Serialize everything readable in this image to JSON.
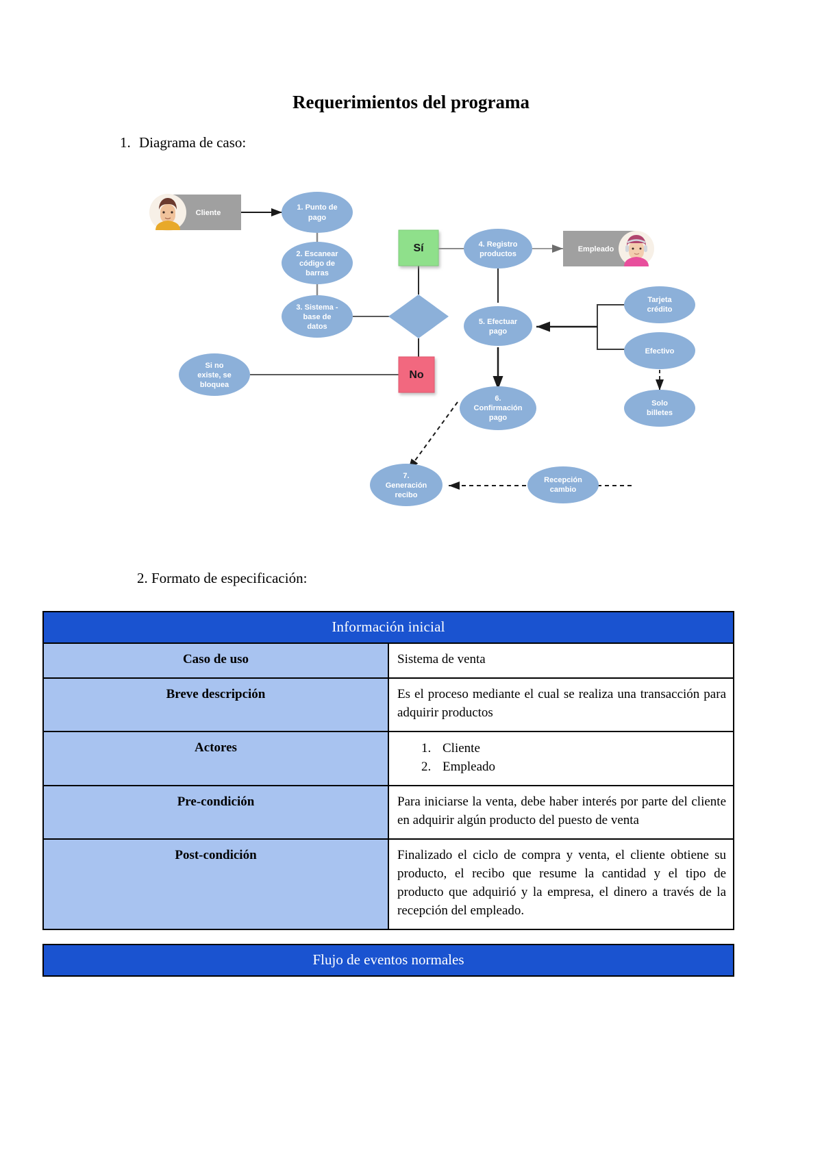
{
  "document": {
    "title": "Requerimientos del programa",
    "section_1": {
      "number": "1.",
      "label": "Diagrama de caso:"
    },
    "section_2": {
      "label": "2. Formato de especificación:"
    }
  },
  "diagram": {
    "nodes": {
      "cliente": "Cliente",
      "empleado": "Empleado",
      "punto_pago": "1. Punto de pago",
      "escanear": "2. Escanear código de barras",
      "sistema_bd": "3. Sistema - base de datos",
      "registro_productos": "4. Registro productos",
      "efectuar_pago": "5. Efectuar pago",
      "confirmacion_pago": "6. Confirmación pago",
      "generacion_recibo": "7. Generación recibo",
      "si_no_existe": "Si no existe, se bloquea",
      "tarjeta_credito": "Tarjeta crédito",
      "efectivo": "Efectivo",
      "solo_billetes": "Solo billetes",
      "recepcion_cambio": "Recepción cambio",
      "decision_yes": "Sí",
      "decision_no": "No"
    },
    "node_lines": {
      "punto_pago": [
        "1. Punto de",
        "pago"
      ],
      "escanear": [
        "2. Escanear",
        "código de",
        "barras"
      ],
      "sistema_bd": [
        "3. Sistema -",
        "base de",
        "datos"
      ],
      "registro_productos": [
        "4. Registro",
        "productos"
      ],
      "efectuar_pago": [
        "5. Efectuar",
        "pago"
      ],
      "confirmacion_pago": [
        "6.",
        "Confirmación",
        "pago"
      ],
      "generacion_recibo": [
        "7.",
        "Generación",
        "recibo"
      ],
      "si_no_existe": [
        "Si no",
        "existe, se",
        "bloquea"
      ],
      "tarjeta_credito": [
        "Tarjeta",
        "crédito"
      ],
      "efectivo": [
        "Efectivo"
      ],
      "solo_billetes": [
        "Solo",
        "billetes"
      ],
      "recepcion_cambio": [
        "Recepción",
        "cambio"
      ]
    },
    "colors": {
      "ellipse": "#8cb0d9",
      "actor_box": "#a0a0a0",
      "yes_box": "#8fe08b",
      "no_box": "#f2687f",
      "connector": "#595959"
    }
  },
  "spec_table": {
    "header": "Información inicial",
    "rows": [
      {
        "label": "Caso de uso",
        "value": "Sistema de venta",
        "type": "text"
      },
      {
        "label": "Breve descripción",
        "value": "Es el proceso mediante el cual se realiza una transacción para adquirir productos",
        "type": "text"
      },
      {
        "label": "Actores",
        "value": "",
        "type": "list",
        "items": [
          "Cliente",
          "Empleado"
        ]
      },
      {
        "label": "Pre-condición",
        "value": "Para iniciarse la venta, debe haber interés por parte del cliente en adquirir algún producto del puesto de venta",
        "type": "text"
      },
      {
        "label": "Post-condición",
        "value": "Finalizado el ciclo de compra y venta, el cliente obtiene su producto, el recibo que resume la cantidad y el tipo de producto que adquirió y la empresa, el dinero a través de la recepción del empleado.",
        "type": "text"
      }
    ]
  },
  "flow_table": {
    "header": "Flujo de eventos normales"
  }
}
